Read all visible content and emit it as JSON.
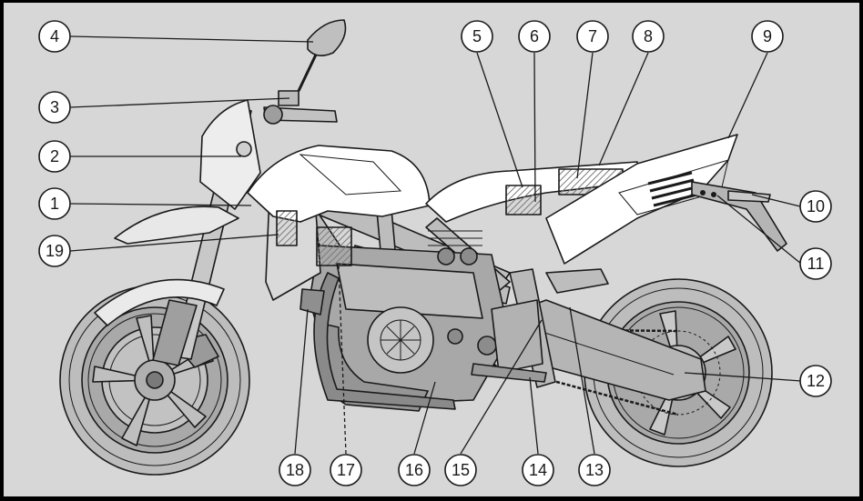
{
  "colors": {
    "background": "#d7d7d7",
    "frame": "#000000",
    "line": "#1a1a1a",
    "body_white": "#ffffff",
    "body_light": "#e6e6e6",
    "body_mid": "#c4c4c4",
    "body_dark": "#9a9a9a",
    "hatch": "#8a8a8a"
  },
  "callouts": [
    {
      "id": "1",
      "label": "1"
    },
    {
      "id": "2",
      "label": "2"
    },
    {
      "id": "3",
      "label": "3"
    },
    {
      "id": "4",
      "label": "4"
    },
    {
      "id": "5",
      "label": "5"
    },
    {
      "id": "6",
      "label": "6"
    },
    {
      "id": "7",
      "label": "7"
    },
    {
      "id": "8",
      "label": "8"
    },
    {
      "id": "9",
      "label": "9"
    },
    {
      "id": "10",
      "label": "10"
    },
    {
      "id": "11",
      "label": "11"
    },
    {
      "id": "12",
      "label": "12"
    },
    {
      "id": "13",
      "label": "13"
    },
    {
      "id": "14",
      "label": "14"
    },
    {
      "id": "15",
      "label": "15"
    },
    {
      "id": "16",
      "label": "16"
    },
    {
      "id": "17",
      "label": "17"
    },
    {
      "id": "18",
      "label": "18"
    },
    {
      "id": "19",
      "label": "19"
    }
  ]
}
